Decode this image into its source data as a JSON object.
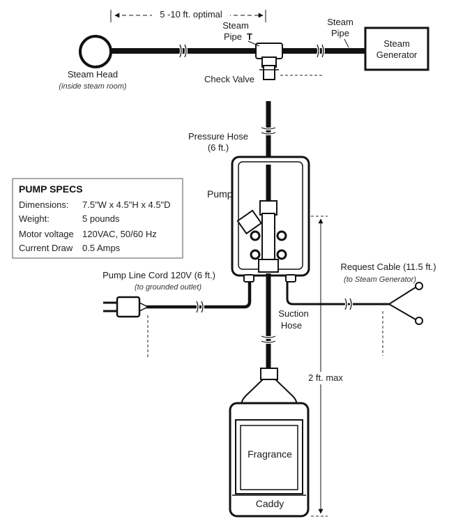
{
  "labels": {
    "distance_optimal": "5 -10 ft. optimal",
    "steam_pipe_t_line1": "Steam",
    "steam_pipe_t_line2": "Pipe",
    "steam_pipe_t_mark": "T",
    "steam_pipe_line1": "Steam",
    "steam_pipe_line2": "Pipe",
    "steam_generator_line1": "Steam",
    "steam_generator_line2": "Generator",
    "steam_head": "Steam Head",
    "steam_head_note": "(inside steam room)",
    "check_valve": "Check Valve",
    "pressure_hose_line1": "Pressure Hose",
    "pressure_hose_line2": "(6 ft.)",
    "pump": "Pump",
    "pump_line_cord": "Pump Line Cord 120V (6 ft.)",
    "pump_line_cord_note": "(to grounded outlet)",
    "request_cable_main": "Request Cable (11.5 ft.)",
    "request_cable_note": "(to Steam Generator)",
    "suction_hose_line1": "Suction",
    "suction_hose_line2": "Hose",
    "two_ft_max": "2 ft. max",
    "fragrance": "Fragrance",
    "caddy": "Caddy"
  },
  "specs": {
    "title": "PUMP SPECS",
    "rows": [
      {
        "label": "Dimensions:",
        "value": "7.5\"W x 4.5\"H x 4.5\"D"
      },
      {
        "label": "Weight:",
        "value": "5 pounds"
      },
      {
        "label": "Motor voltage",
        "value": "120VAC, 50/60 Hz"
      },
      {
        "label": "Current Draw",
        "value": "0.5 Amps"
      }
    ]
  }
}
